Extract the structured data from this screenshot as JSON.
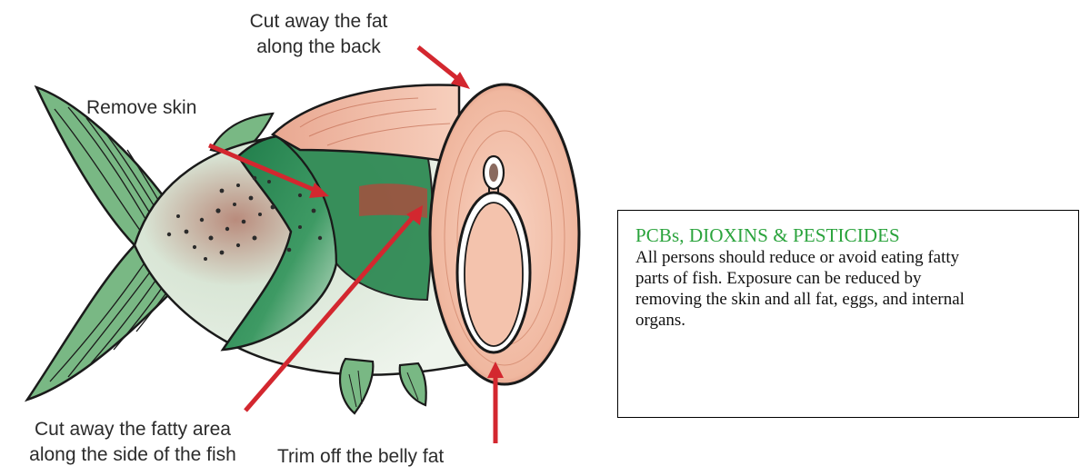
{
  "diagram": {
    "callouts": {
      "cut_back": "Cut away the fat\nalong the back",
      "remove_skin": "Remove skin",
      "cut_side": "Cut away the fatty area\nalong the side of the fish",
      "trim_belly": "Trim off the belly fat"
    },
    "colors": {
      "fin_green": "#6fb07a",
      "skin_green": "#2f8a54",
      "flesh": "#f3c2ad",
      "belly_red": "#a34a3e",
      "arrow_red": "#d3272f",
      "outline": "#1a1a1a"
    },
    "icon": "fish-cut-illustration"
  },
  "info_box": {
    "title": "PCBs, DIOXINS & PESTICIDES",
    "body": "All persons should reduce or avoid eating fatty parts of fish. Exposure can be reduced by removing the skin and all fat, eggs, and internal organs.",
    "title_color": "#2aa33c"
  }
}
